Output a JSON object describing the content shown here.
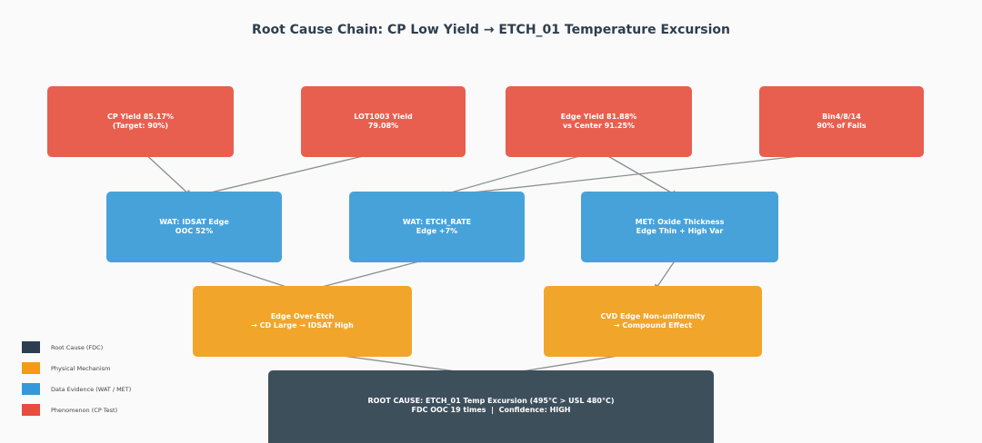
{
  "title": "Root Cause Chain: CP Low Yield → ETCH_01 Temperature Excursion",
  "phenomena": [
    {
      "line1": "CP Yield 85.17%",
      "line2": "(Target: 90%)"
    },
    {
      "line1": "LOT1003 Yield",
      "line2": "79.08%"
    },
    {
      "line1": "Edge Yield 81.88%",
      "line2": "vs Center 91.25%"
    },
    {
      "line1": "Bin4/8/14",
      "line2": "90% of Fails"
    }
  ],
  "evidence": [
    {
      "line1": "WAT: IDSAT Edge",
      "line2": "OOC 52%"
    },
    {
      "line1": "WAT: ETCH_RATE",
      "line2": "Edge +7%"
    },
    {
      "line1": "MET: Oxide Thickness",
      "line2": "Edge Thin + High Var"
    }
  ],
  "mechanisms": [
    {
      "line1": "Edge Over-Etch",
      "line2": "→ CD Large → IDSAT High"
    },
    {
      "line1": "CVD Edge Non-uniformity",
      "line2": "→ Compound Effect"
    }
  ],
  "root_cause": {
    "line1": "ROOT CAUSE: ETCH_01 Temp Excursion (495°C > USL 480°C)",
    "line2": "FDC OOC 19 times  |  Confidence: HIGH"
  },
  "legend": [
    {
      "label": "Root Cause (FDC)",
      "color": "#2c3e50"
    },
    {
      "label": "Physical Mechanism",
      "color": "#f39c12"
    },
    {
      "label": "Data Evidence (WAT / MET)",
      "color": "#3498db"
    },
    {
      "label": "Phenomenon (CP Test)",
      "color": "#e74c3c"
    }
  ],
  "colors": {
    "arrow": "#8a8f90"
  }
}
